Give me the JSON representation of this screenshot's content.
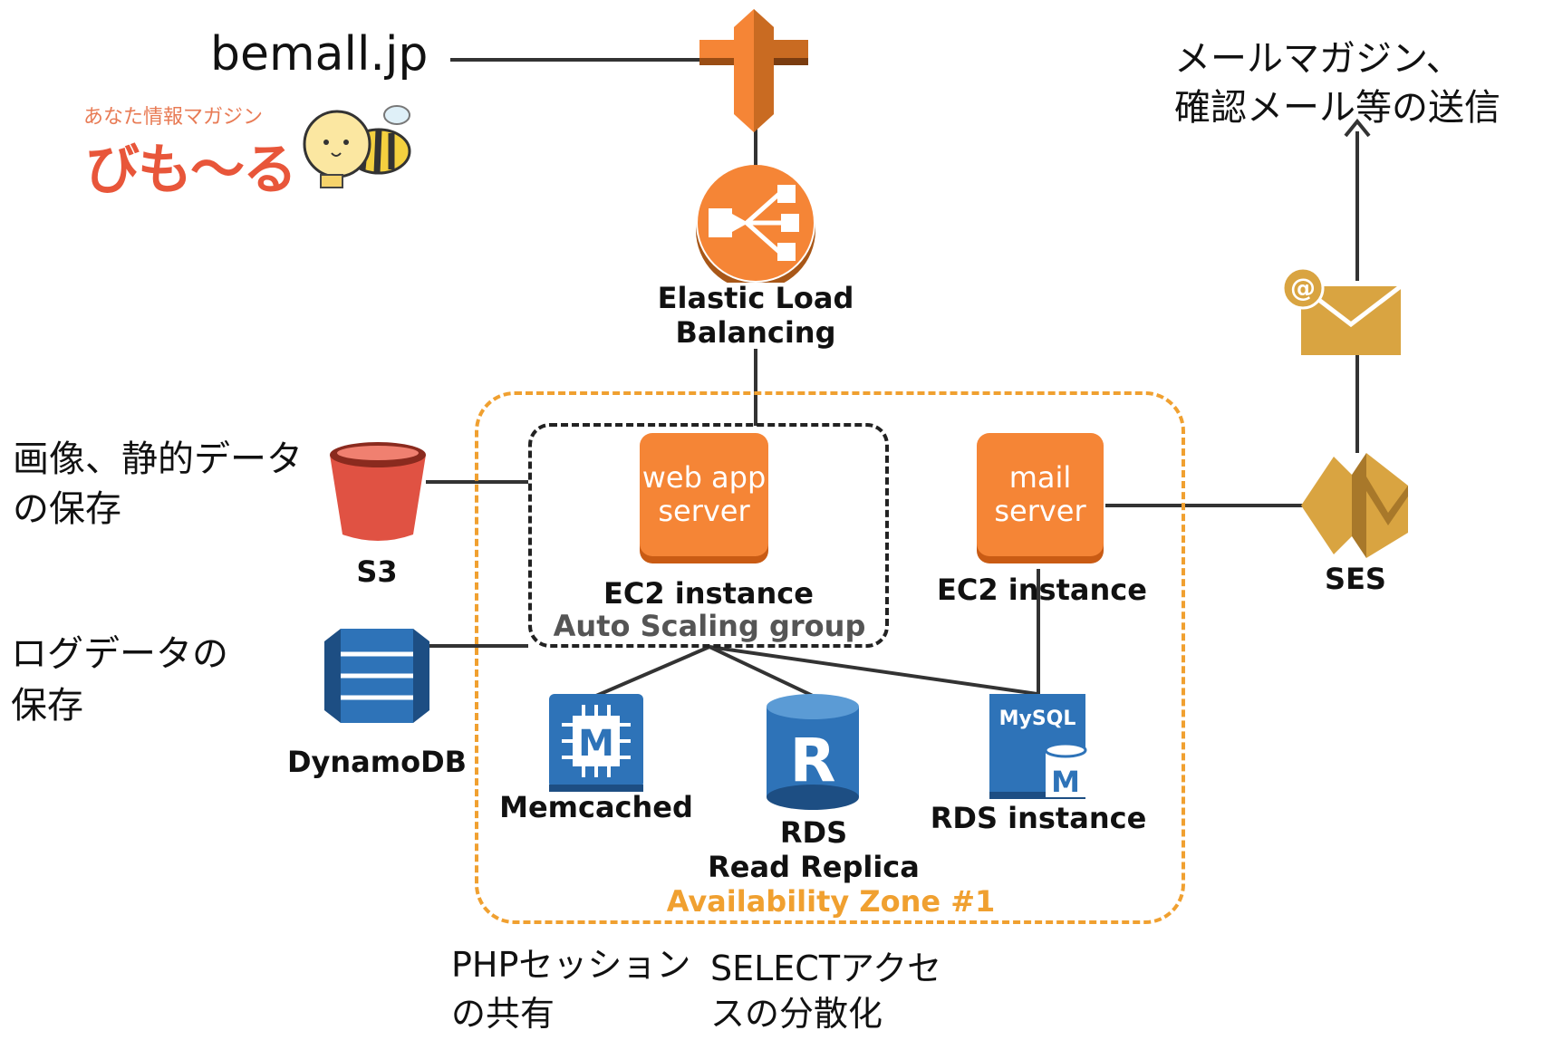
{
  "domain_title": "bemall.jp",
  "logo": {
    "tagline": "あなた情報マガジン",
    "name": "びも～る"
  },
  "ses_note": {
    "line1": "メールマガジン、",
    "line2": "確認メール等の送信"
  },
  "elb": {
    "line1": "Elastic Load",
    "line2": "Balancing"
  },
  "s3": {
    "label": "S3",
    "note1": "画像、静的データ",
    "note2": "の保存"
  },
  "dynamodb": {
    "label": "DynamoDB",
    "note1": "ログデータの",
    "note2": "保存"
  },
  "web_server": {
    "line1": "web app",
    "line2": "server",
    "caption": "EC2 instance"
  },
  "asg": {
    "label": "Auto Scaling group"
  },
  "mail_server": {
    "line1": "mail",
    "line2": "server",
    "caption": "EC2 instance"
  },
  "ses": {
    "label": "SES"
  },
  "memcached": {
    "label": "Memcached",
    "icon_letter": "M",
    "note1": "PHPセッション",
    "note2": "の共有"
  },
  "rds_replica": {
    "line1": "RDS",
    "line2": "Read Replica",
    "icon_letter": "R",
    "note1": "SELECTアクセ",
    "note2": "スの分散化"
  },
  "rds_instance": {
    "label": "RDS instance",
    "icon_text": "MySQL",
    "icon_letter": "M"
  },
  "az": {
    "label": "Availability Zone #1"
  },
  "colors": {
    "aws_orange": "#f58536",
    "az_border": "#f0a030",
    "s3_red": "#e05243",
    "db_blue": "#2e73b8",
    "ses_gold": "#d9a441"
  }
}
